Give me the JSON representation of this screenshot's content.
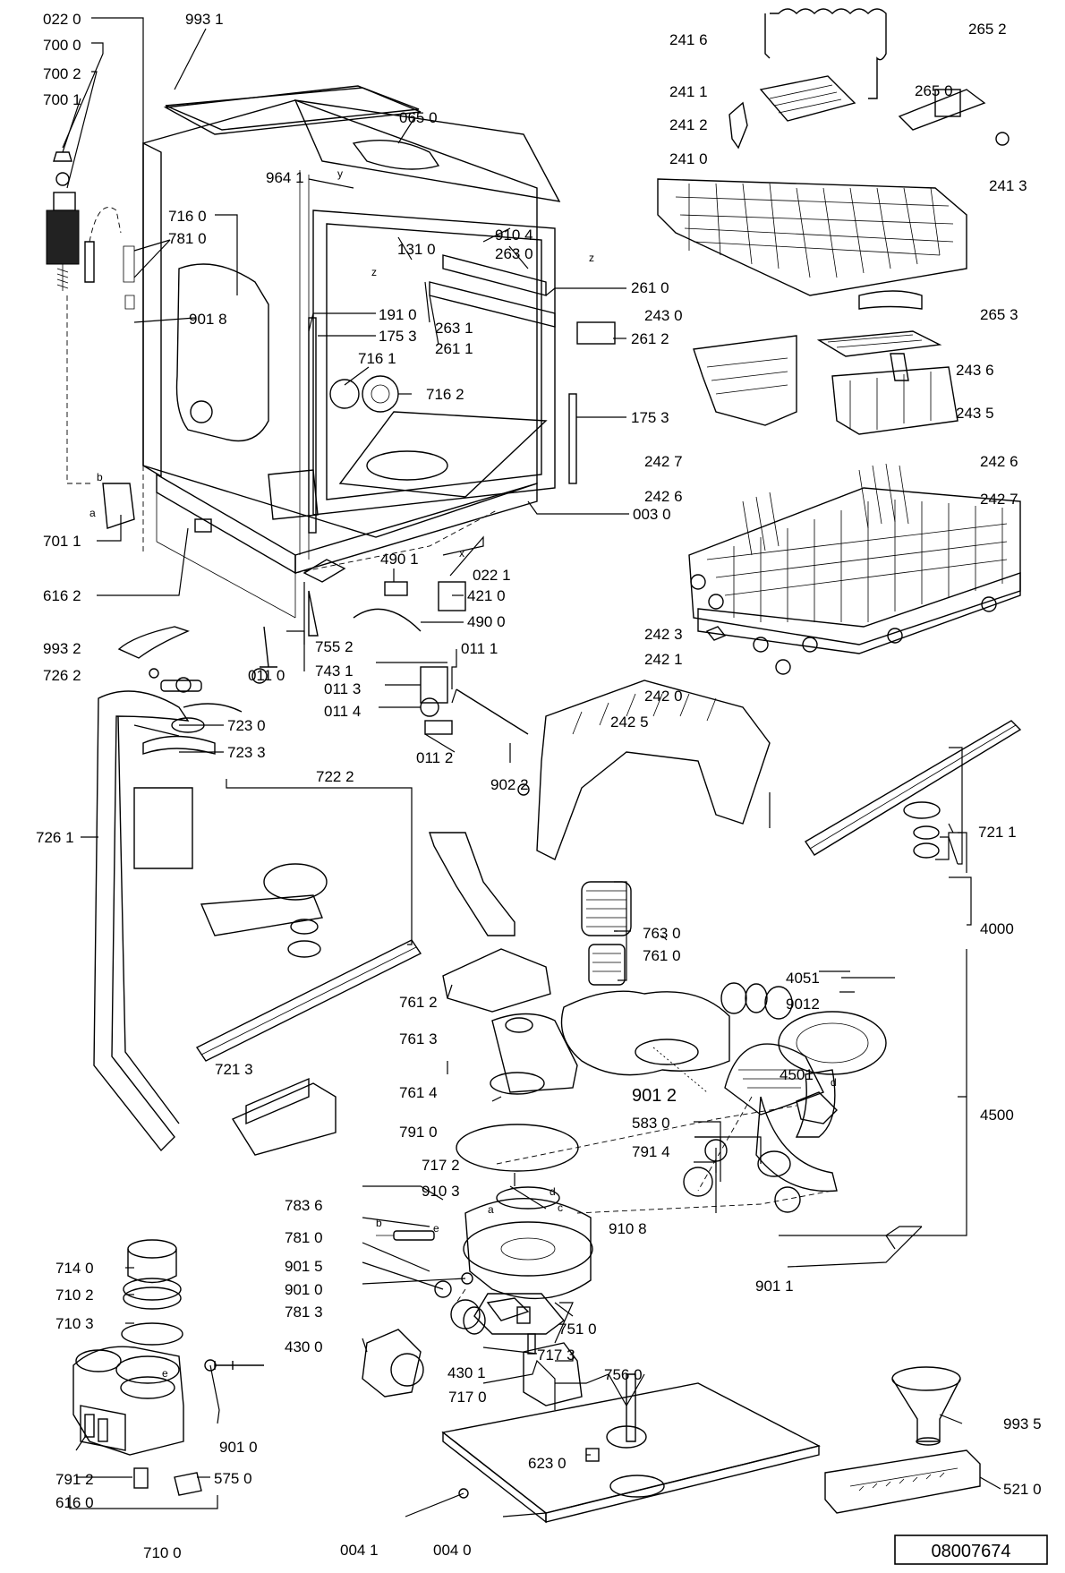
{
  "doc_number": "08007674",
  "labels": [
    {
      "id": "l01",
      "text": "022 0"
    },
    {
      "id": "l02",
      "text": "700 0"
    },
    {
      "id": "l03",
      "text": "700 2"
    },
    {
      "id": "l04",
      "text": "700 1"
    },
    {
      "id": "l05",
      "text": "993 1"
    },
    {
      "id": "l06",
      "text": "065 0"
    },
    {
      "id": "l07",
      "text": "964 1"
    },
    {
      "id": "l08",
      "text": "716 0"
    },
    {
      "id": "l09",
      "text": "781 0"
    },
    {
      "id": "l10",
      "text": "131 0"
    },
    {
      "id": "l11",
      "text": "910 4"
    },
    {
      "id": "l12",
      "text": "263 0"
    },
    {
      "id": "l13",
      "text": "901 8"
    },
    {
      "id": "l14",
      "text": "191 0"
    },
    {
      "id": "l15",
      "text": "175 3"
    },
    {
      "id": "l16",
      "text": "263 1"
    },
    {
      "id": "l17",
      "text": "261 1"
    },
    {
      "id": "l18",
      "text": "716 1"
    },
    {
      "id": "l19",
      "text": "716 2"
    },
    {
      "id": "l20",
      "text": "261 0"
    },
    {
      "id": "l21",
      "text": "261 2"
    },
    {
      "id": "l22",
      "text": "175 3"
    },
    {
      "id": "l23",
      "text": "003 0"
    },
    {
      "id": "l24",
      "text": "701 1"
    },
    {
      "id": "l25",
      "text": "616 2"
    },
    {
      "id": "l26",
      "text": "490 1"
    },
    {
      "id": "l27",
      "text": "421 0"
    },
    {
      "id": "l28",
      "text": "490 0"
    },
    {
      "id": "l29",
      "text": "022 1"
    },
    {
      "id": "l30",
      "text": "755 2"
    },
    {
      "id": "l31",
      "text": "743 1"
    },
    {
      "id": "l32",
      "text": "011 1"
    },
    {
      "id": "l33",
      "text": "011 3"
    },
    {
      "id": "l34",
      "text": "011 4"
    },
    {
      "id": "l35",
      "text": "011 2"
    },
    {
      "id": "l36",
      "text": "011 0"
    },
    {
      "id": "l37",
      "text": "902 2"
    },
    {
      "id": "l38",
      "text": "993 2"
    },
    {
      "id": "l39",
      "text": "726 2"
    },
    {
      "id": "l40",
      "text": "723 0"
    },
    {
      "id": "l41",
      "text": "723 3"
    },
    {
      "id": "l42",
      "text": "722 2"
    },
    {
      "id": "l43",
      "text": "726 1"
    },
    {
      "id": "l44",
      "text": "721 3"
    },
    {
      "id": "l45",
      "text": "241 6"
    },
    {
      "id": "l46",
      "text": "265 2"
    },
    {
      "id": "l47",
      "text": "241 1"
    },
    {
      "id": "l48",
      "text": "265 0"
    },
    {
      "id": "l49",
      "text": "241 2"
    },
    {
      "id": "l50",
      "text": "241 0"
    },
    {
      "id": "l51",
      "text": "241 3"
    },
    {
      "id": "l52",
      "text": "243 0"
    },
    {
      "id": "l53",
      "text": "265 3"
    },
    {
      "id": "l54",
      "text": "243 6"
    },
    {
      "id": "l55",
      "text": "243 5"
    },
    {
      "id": "l56",
      "text": "242 7"
    },
    {
      "id": "l57",
      "text": "242 6"
    },
    {
      "id": "l58",
      "text": "242 6"
    },
    {
      "id": "l59",
      "text": "242 7"
    },
    {
      "id": "l60",
      "text": "242 3"
    },
    {
      "id": "l61",
      "text": "242 1"
    },
    {
      "id": "l62",
      "text": "242 0"
    },
    {
      "id": "l63",
      "text": "242 5"
    },
    {
      "id": "l64",
      "text": "721 1"
    },
    {
      "id": "l65",
      "text": "763 0"
    },
    {
      "id": "l66",
      "text": "761 0"
    },
    {
      "id": "l67",
      "text": "4000"
    },
    {
      "id": "l68",
      "text": "4051"
    },
    {
      "id": "l69",
      "text": "9012"
    },
    {
      "id": "l70",
      "text": "761 2"
    },
    {
      "id": "l71",
      "text": "761 3"
    },
    {
      "id": "l72",
      "text": "4501"
    },
    {
      "id": "l73",
      "text": "761 4"
    },
    {
      "id": "l74",
      "text": "901 2"
    },
    {
      "id": "l75",
      "text": "583 0"
    },
    {
      "id": "l76",
      "text": "4500"
    },
    {
      "id": "l77",
      "text": "791 0"
    },
    {
      "id": "l78",
      "text": "791 4"
    },
    {
      "id": "l79",
      "text": "717 2"
    },
    {
      "id": "l80",
      "text": "910 3"
    },
    {
      "id": "l81",
      "text": "783 6"
    },
    {
      "id": "l82",
      "text": "910 8"
    },
    {
      "id": "l83",
      "text": "781 0"
    },
    {
      "id": "l84",
      "text": "901 5"
    },
    {
      "id": "l85",
      "text": "901 0"
    },
    {
      "id": "l86",
      "text": "781 3"
    },
    {
      "id": "l87",
      "text": "901 1"
    },
    {
      "id": "l88",
      "text": "714 0"
    },
    {
      "id": "l89",
      "text": "710 2"
    },
    {
      "id": "l90",
      "text": "710 3"
    },
    {
      "id": "l91",
      "text": "430 0"
    },
    {
      "id": "l92",
      "text": "430 1"
    },
    {
      "id": "l93",
      "text": "751 0"
    },
    {
      "id": "l94",
      "text": "717 3"
    },
    {
      "id": "l95",
      "text": "756 0"
    },
    {
      "id": "l96",
      "text": "717 0"
    },
    {
      "id": "l97",
      "text": "901 0"
    },
    {
      "id": "l98",
      "text": "993 5"
    },
    {
      "id": "l99",
      "text": "623 0"
    },
    {
      "id": "l100",
      "text": "791 2"
    },
    {
      "id": "l101",
      "text": "616 0"
    },
    {
      "id": "l102",
      "text": "575 0"
    },
    {
      "id": "l103",
      "text": "521 0"
    },
    {
      "id": "l104",
      "text": "710 0"
    },
    {
      "id": "l105",
      "text": "004 1"
    },
    {
      "id": "l106",
      "text": "004 0"
    }
  ],
  "letters": [
    {
      "id": "b1",
      "text": "b"
    },
    {
      "id": "a1",
      "text": "a"
    },
    {
      "id": "z1",
      "text": "z"
    },
    {
      "id": "z2",
      "text": "z"
    },
    {
      "id": "y1",
      "text": "y"
    },
    {
      "id": "x1",
      "text": "x"
    },
    {
      "id": "d1",
      "text": "d"
    },
    {
      "id": "d2",
      "text": "d"
    },
    {
      "id": "e1",
      "text": "e"
    },
    {
      "id": "e2",
      "text": "e"
    },
    {
      "id": "b2",
      "text": "b"
    },
    {
      "id": "a2",
      "text": "a"
    },
    {
      "id": "c1",
      "text": "c"
    }
  ]
}
